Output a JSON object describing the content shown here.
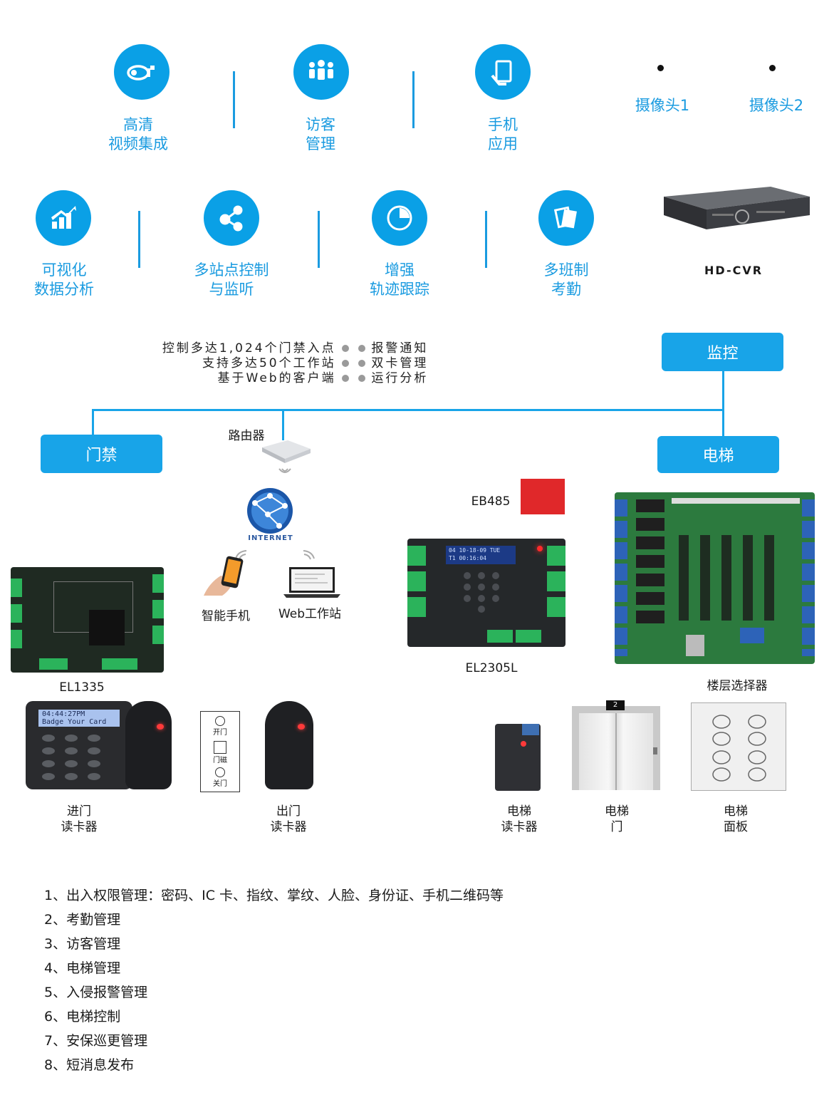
{
  "features_top": [
    {
      "icon": "camera-icon",
      "line1": "高清",
      "line2": "视频集成"
    },
    {
      "icon": "visitors-icon",
      "line1": "访客",
      "line2": "管理"
    },
    {
      "icon": "mobile-app-icon",
      "line1": "手机",
      "line2": "应用"
    }
  ],
  "features_bottom": [
    {
      "icon": "bar-chart-icon",
      "line1": "可视化",
      "line2": "数据分析"
    },
    {
      "icon": "network-share-icon",
      "line1": "多站点控制",
      "line2": "与监听"
    },
    {
      "icon": "pie-clock-icon",
      "line1": "增强",
      "line2": "轨迹跟踪"
    },
    {
      "icon": "shift-cards-icon",
      "line1": "多班制",
      "line2": "考勤"
    }
  ],
  "cameras": [
    "摄像头1",
    "摄像头2"
  ],
  "cvr_label": "HD-CVR",
  "specs_left": [
    "控制多达1,024个门禁入点",
    "支持多达50个工作站",
    "基于Web的客户端"
  ],
  "specs_right": [
    "报警通知",
    "双卡管理",
    "运行分析"
  ],
  "boxes": {
    "monitor": "监控",
    "access": "门禁",
    "elevator": "电梯"
  },
  "router_label": "路由器",
  "internet_label": "INTERNET",
  "phone_label": "智能手机",
  "web_label": "Web工作站",
  "eb485_label": "EB485",
  "el1335_label": "EL1335",
  "el2305l_label": "EL2305L",
  "floor_selector_label": "楼层选择器",
  "keypad_screen": [
    "04:44:27PM",
    "Badge Your Card"
  ],
  "controller_screen": [
    "04 10-18-09 TUE",
    "T1 00:16:04"
  ],
  "exit_panel": {
    "open": "开门",
    "magnet": "门磁",
    "close": "关门"
  },
  "elevator_display": "2",
  "devices": [
    {
      "line1": "进门",
      "line2": "读卡器"
    },
    {
      "line1": "出门",
      "line2": "读卡器"
    },
    {
      "line1": "电梯",
      "line2": "读卡器"
    },
    {
      "line1": "电梯",
      "line2": "门"
    },
    {
      "line1": "电梯",
      "line2": "面板"
    }
  ],
  "features_list": [
    "1、出入权限管理：密码、IC 卡、指纹、掌纹、人脸、身份证、手机二维码等",
    "2、考勤管理",
    "3、访客管理",
    "4、电梯管理",
    "5、入侵报警管理",
    "6、电梯控制",
    "7、安保巡更管理",
    "8、短消息发布"
  ],
  "colors": {
    "accent": "#18a4e8",
    "alarm_red": "#e0282a",
    "pcb_green": "#2bb35b"
  }
}
